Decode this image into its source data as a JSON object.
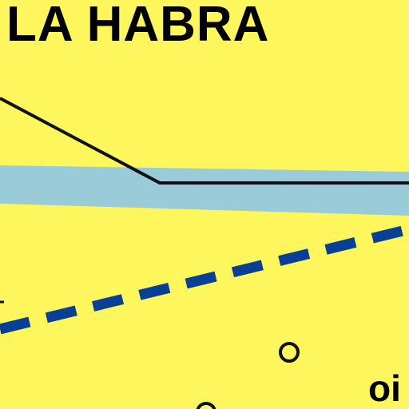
{
  "map": {
    "background_color": "#fdf65c",
    "place_label": "LA HABRA",
    "feature_label": "oi",
    "colors": {
      "water_band": "#9acbd8",
      "road_line": "#111111",
      "dashed_boundary": "#0a3f96",
      "well_symbol": "#111111"
    },
    "symbols": [
      "road-line",
      "water-channel",
      "dashed-boundary",
      "oil-well-symbol"
    ]
  }
}
